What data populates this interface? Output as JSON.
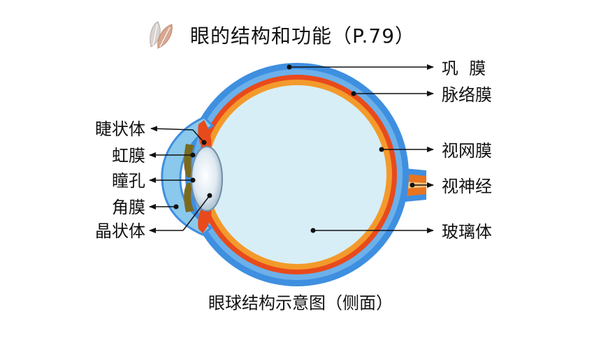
{
  "title": "眼的结构和功能（P.79）",
  "caption": "眼球结构示意图（侧面）",
  "labels": {
    "sclera": "巩  膜",
    "choroid": "脉络膜",
    "retina": "视网膜",
    "optic_nerve": "视神经",
    "vitreous": "玻璃体",
    "ciliary_body": "睫状体",
    "iris": "虹膜",
    "pupil": "瞳孔",
    "cornea": "角膜",
    "lens": "晶状体"
  },
  "colors": {
    "sclera": "#3f8fe0",
    "choroid": "#e84a1c",
    "retina": "#f39a2c",
    "vitreous": "#d8eef6",
    "leaf_icon": "#c89a86"
  }
}
